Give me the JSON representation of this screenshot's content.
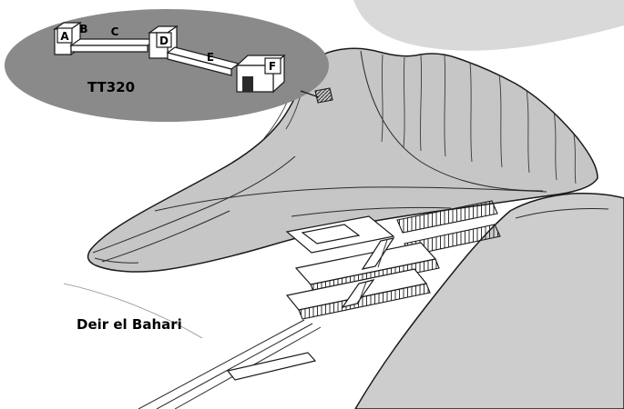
{
  "inset": {
    "title": "TT320",
    "section_labels": [
      "A",
      "B",
      "C",
      "D",
      "E",
      "F"
    ]
  },
  "scene": {
    "location_label": "Deir el Bahari"
  },
  "colors": {
    "inset_background": "#8a8a8a",
    "ridge_fill": "#d9d9d9",
    "cliff_fill": "#c6c6c6",
    "hill_fill": "#cdcdcd",
    "structure_fill": "#ffffff",
    "outline": "#1a1a1a",
    "doorway_fill": "#2a2a2a"
  }
}
